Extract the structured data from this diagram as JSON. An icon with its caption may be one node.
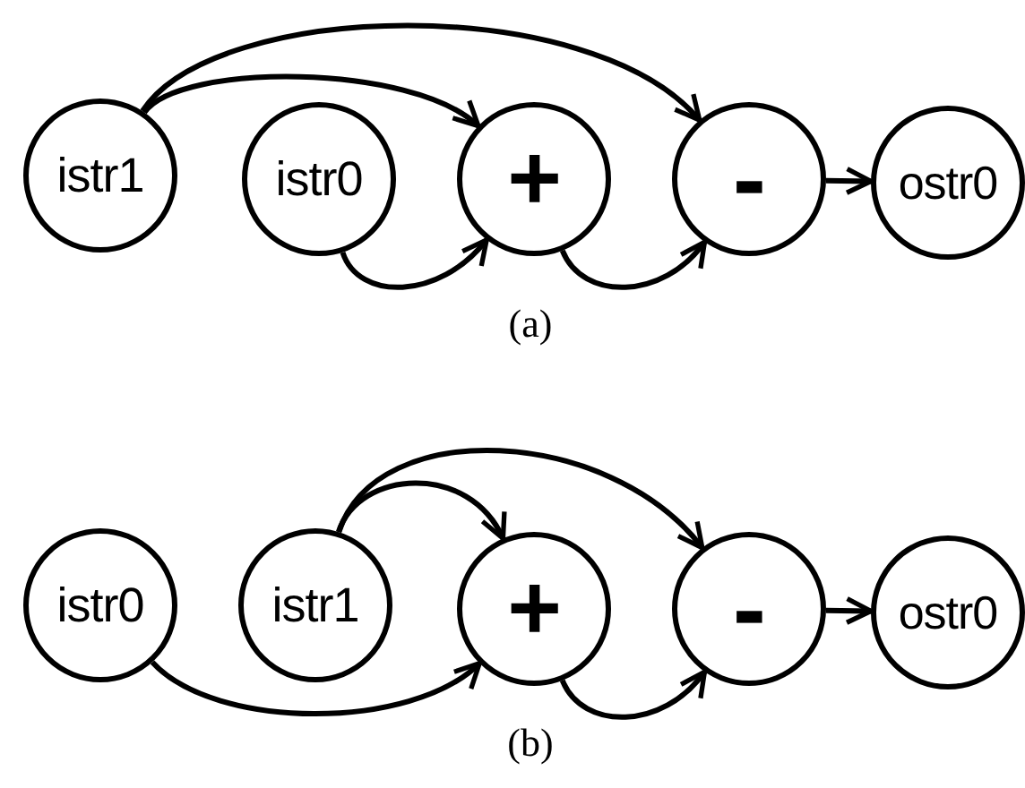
{
  "diagram": {
    "nodes": [
      {
        "text": [
          "istr1"
        ]
      },
      {
        "text": [
          "istr0"
        ]
      },
      {
        "text": [
          "+"
        ]
      },
      {
        "text": [
          "-"
        ]
      },
      {
        "text": [
          "ostr0"
        ]
      },
      {
        "text": [
          "istr0"
        ]
      },
      {
        "text": [
          "istr1"
        ]
      },
      {
        "text": [
          "+"
        ]
      },
      {
        "text": [
          "-"
        ]
      },
      {
        "text": [
          "ostr0"
        ]
      }
    ],
    "edges": [
      {
        "from": 0,
        "to": 2,
        "arrow": "to"
      },
      {
        "from": 0,
        "to": 3,
        "arrow": "to"
      },
      {
        "from": 1,
        "to": 2,
        "arrow": "to"
      },
      {
        "from": 2,
        "to": 3,
        "arrow": "to"
      },
      {
        "from": 3,
        "to": 4,
        "arrow": "to"
      },
      {
        "from": 6,
        "to": 7,
        "arrow": "to"
      },
      {
        "from": 6,
        "to": 8,
        "arrow": "to"
      },
      {
        "from": 5,
        "to": 7,
        "arrow": "to"
      },
      {
        "from": 7,
        "to": 8,
        "arrow": "to"
      },
      {
        "from": 8,
        "to": 9,
        "arrow": "to"
      }
    ],
    "labels": [
      "(a)",
      "(b)"
    ]
  }
}
